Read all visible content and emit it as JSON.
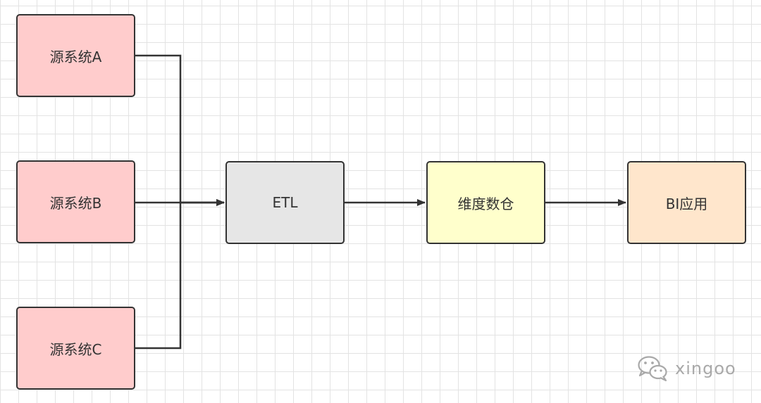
{
  "diagram": {
    "nodes": [
      {
        "id": "source-a",
        "label": "源系统A",
        "fill": "#ffcccc"
      },
      {
        "id": "source-b",
        "label": "源系统B",
        "fill": "#ffcccc"
      },
      {
        "id": "source-c",
        "label": "源系统C",
        "fill": "#ffcccc"
      },
      {
        "id": "etl",
        "label": "ETL",
        "fill": "#e6e6e6"
      },
      {
        "id": "dim-warehouse",
        "label": "维度数仓",
        "fill": "#ffffcc"
      },
      {
        "id": "bi-app",
        "label": "BI应用",
        "fill": "#ffe6cc"
      }
    ],
    "edges": [
      {
        "from": "source-a",
        "to": "etl"
      },
      {
        "from": "source-b",
        "to": "etl"
      },
      {
        "from": "source-c",
        "to": "etl"
      },
      {
        "from": "etl",
        "to": "dim-warehouse"
      },
      {
        "from": "dim-warehouse",
        "to": "bi-app"
      }
    ],
    "line_color": "#333333"
  },
  "watermark": {
    "text": "xingoo",
    "icon": "wechat-icon",
    "color": "#a9a9a9"
  }
}
